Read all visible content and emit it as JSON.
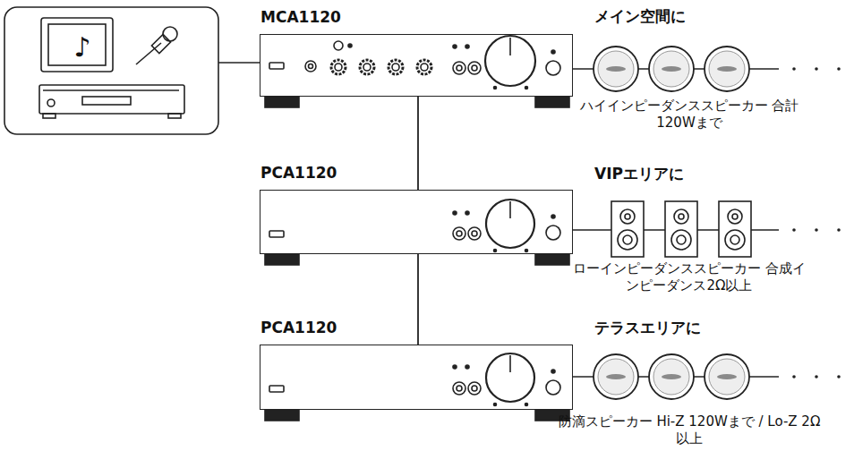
{
  "diagram": {
    "nodes": [
      {
        "text": [
          "MCA1120"
        ]
      },
      {
        "text": [
          "PCA1120"
        ]
      },
      {
        "text": [
          "PCA1120"
        ]
      }
    ],
    "edges": [
      {
        "from": 0,
        "to": 1,
        "arrow": "none"
      },
      {
        "from": 1,
        "to": 2,
        "arrow": "none"
      }
    ],
    "labels": [
      "♪",
      "メイン空間に",
      "ハイインピーダンススピーカー 合計120Wまで",
      "VIPエリアに",
      "ローインピーダンススピーカー 合成インピーダンス2Ω以上",
      "テラスエリアに",
      "防滴スピーカー Hi-Z 120Wまで / Lo-Z 2Ω以上"
    ]
  }
}
